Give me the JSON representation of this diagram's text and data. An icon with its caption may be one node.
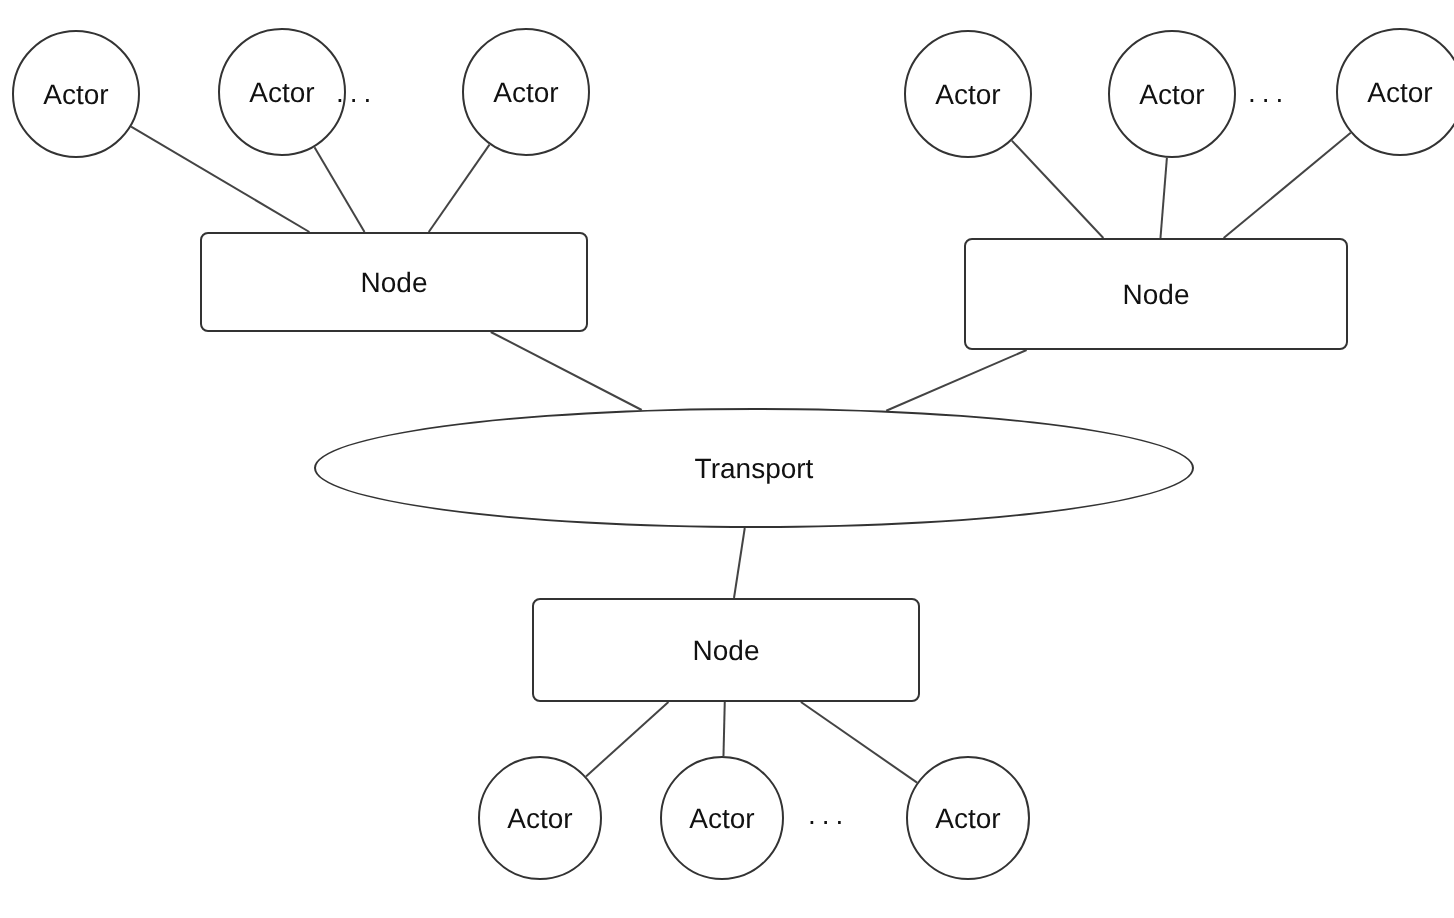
{
  "diagram": {
    "nodes": [
      {
        "text": [
          "Actor"
        ]
      },
      {
        "text": [
          "Actor"
        ]
      },
      {
        "text": [
          "Actor"
        ]
      },
      {
        "text": [
          "Actor"
        ]
      },
      {
        "text": [
          "Actor"
        ]
      },
      {
        "text": [
          "Actor"
        ]
      },
      {
        "text": [
          "Node"
        ]
      },
      {
        "text": [
          "Node"
        ]
      },
      {
        "text": [
          "Transport"
        ]
      },
      {
        "text": [
          "Node"
        ]
      },
      {
        "text": [
          "Actor"
        ]
      },
      {
        "text": [
          "Actor"
        ]
      },
      {
        "text": [
          "Actor"
        ]
      }
    ],
    "edges": [
      {
        "from": 0,
        "to": 6,
        "arrow": "none"
      },
      {
        "from": 1,
        "to": 6,
        "arrow": "none"
      },
      {
        "from": 2,
        "to": 6,
        "arrow": "none"
      },
      {
        "from": 3,
        "to": 7,
        "arrow": "none"
      },
      {
        "from": 4,
        "to": 7,
        "arrow": "none"
      },
      {
        "from": 5,
        "to": 7,
        "arrow": "none"
      },
      {
        "from": 6,
        "to": 8,
        "arrow": "none"
      },
      {
        "from": 7,
        "to": 8,
        "arrow": "none"
      },
      {
        "from": 8,
        "to": 9,
        "arrow": "none"
      },
      {
        "from": 9,
        "to": 10,
        "arrow": "none"
      },
      {
        "from": 9,
        "to": 11,
        "arrow": "none"
      },
      {
        "from": 9,
        "to": 12,
        "arrow": "none"
      }
    ],
    "labels": [
      "...",
      "...",
      "..."
    ]
  }
}
